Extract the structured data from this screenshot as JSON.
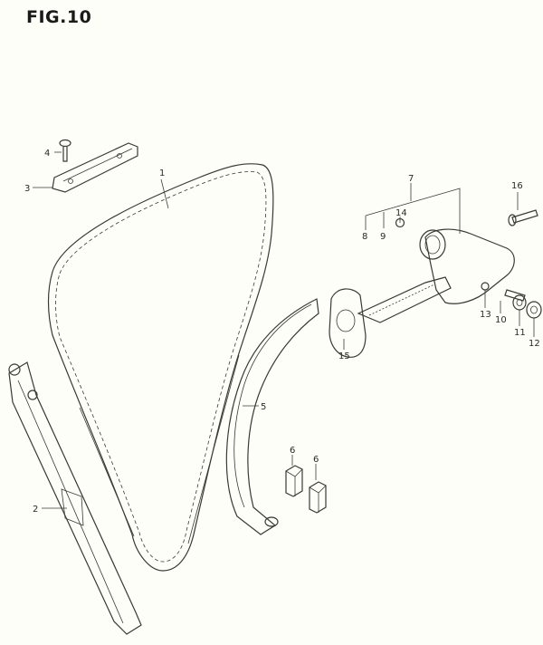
{
  "figure": {
    "title": "FIG.10"
  },
  "callouts": {
    "c1": "1",
    "c2": "2",
    "c3": "3",
    "c4": "4",
    "c5": "5",
    "c6a": "6",
    "c6b": "6",
    "c7": "7",
    "c8": "8",
    "c9": "9",
    "c10": "10",
    "c11": "11",
    "c12": "12",
    "c13": "13",
    "c14": "14",
    "c15": "15",
    "c16": "16"
  }
}
